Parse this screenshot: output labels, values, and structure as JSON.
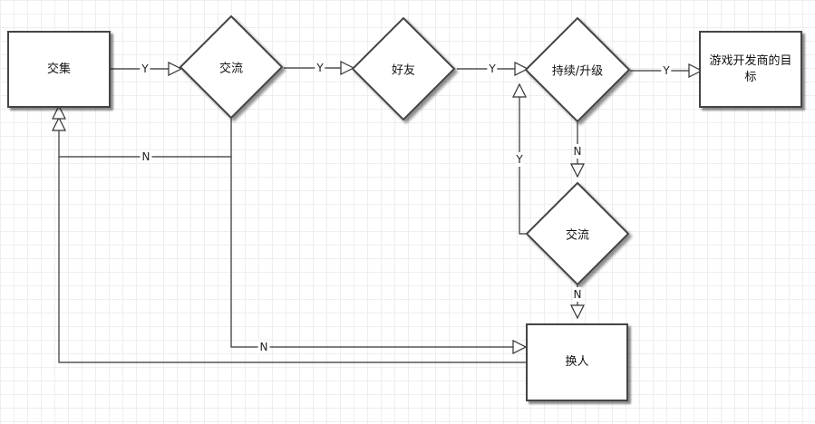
{
  "nodes": {
    "jiaoji": "交集",
    "jiaoliu_1": "交流",
    "haoyou": "好友",
    "chixu": "持续/升级",
    "mubiao": "游戏开发商的目标",
    "jiaoliu_2": "交流",
    "huanren": "换人"
  },
  "edge_labels": {
    "jiaoji_to_jiaoliu": "Y",
    "jiaoliu_to_haoyou": "Y",
    "haoyou_to_chixu": "Y",
    "chixu_to_mubiao": "Y",
    "jiaoliu1_back_to_jiaoji": "N",
    "chixu_to_jiaoliu2": "N",
    "jiaoliu2_back_to_chixu": "Y",
    "jiaoliu1_to_huanren": "N",
    "jiaoliu2_to_huanren": "N"
  }
}
